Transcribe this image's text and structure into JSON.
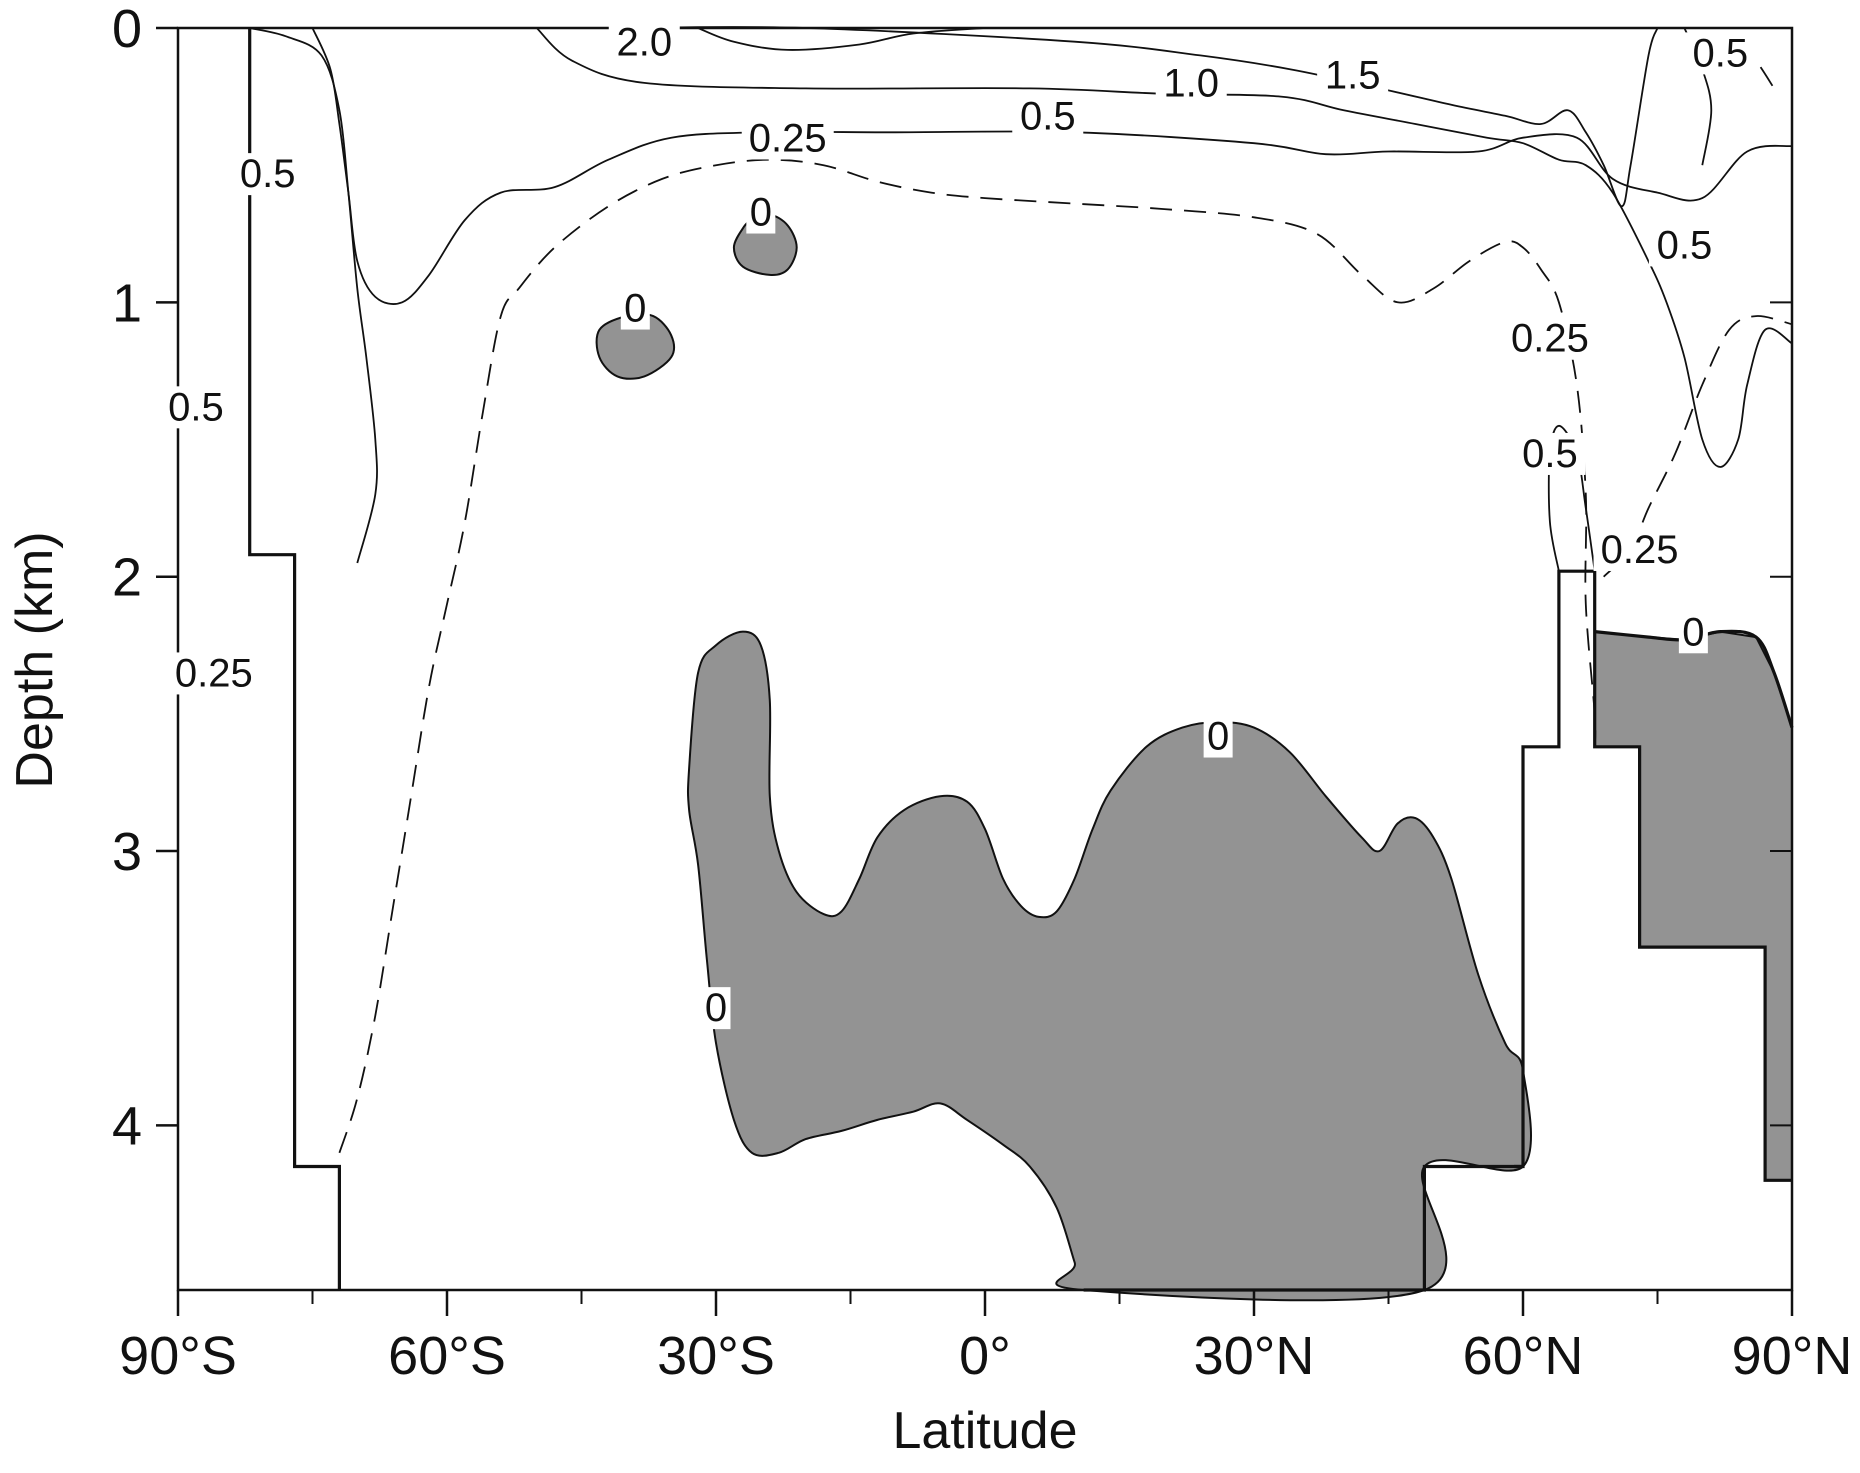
{
  "chart_data": {
    "type": "contour",
    "xlabel": "Latitude",
    "ylabel": "Depth (km)",
    "xlim": [
      -90,
      90
    ],
    "ylim": [
      0,
      4.6
    ],
    "y_inverted": true,
    "x_ticks": [
      {
        "value": -90,
        "label": "90°S"
      },
      {
        "value": -60,
        "label": "60°S"
      },
      {
        "value": -30,
        "label": "30°S"
      },
      {
        "value": 0,
        "label": "0°"
      },
      {
        "value": 30,
        "label": "30°N"
      },
      {
        "value": 60,
        "label": "60°N"
      },
      {
        "value": 90,
        "label": "90°N"
      }
    ],
    "x_minor_ticks": [
      -75,
      -45,
      -15,
      15,
      45,
      75
    ],
    "y_ticks": [
      {
        "value": 0,
        "label": "0"
      },
      {
        "value": 1,
        "label": "1"
      },
      {
        "value": 2,
        "label": "2"
      },
      {
        "value": 3,
        "label": "3"
      },
      {
        "value": 4,
        "label": "4"
      }
    ],
    "shaded_level": 0,
    "shade_color": "#939393",
    "contour_labels": [
      {
        "text": "2.0",
        "lat": -38,
        "depth": 0.1
      },
      {
        "text": "1.0",
        "lat": 23,
        "depth": 0.25
      },
      {
        "text": "1.5",
        "lat": 41,
        "depth": 0.22
      },
      {
        "text": "0.5",
        "lat": 82,
        "depth": 0.14
      },
      {
        "text": "0.5",
        "lat": 7,
        "depth": 0.37
      },
      {
        "text": "0.25",
        "lat": -22,
        "depth": 0.45
      },
      {
        "text": "0.5",
        "lat": -80,
        "depth": 0.58
      },
      {
        "text": "0.5",
        "lat": 78,
        "depth": 0.84
      },
      {
        "text": "0",
        "lat": -25,
        "depth": 0.72
      },
      {
        "text": "0",
        "lat": -39,
        "depth": 1.07
      },
      {
        "text": "0.25",
        "lat": 63,
        "depth": 1.18
      },
      {
        "text": "0.5",
        "lat": -88,
        "depth": 1.43
      },
      {
        "text": "0.5",
        "lat": 63,
        "depth": 1.6
      },
      {
        "text": "0.25",
        "lat": 73,
        "depth": 1.95
      },
      {
        "text": "0",
        "lat": 79,
        "depth": 2.25
      },
      {
        "text": "0.25",
        "lat": -86,
        "depth": 2.4
      },
      {
        "text": "0",
        "lat": 26,
        "depth": 2.63
      },
      {
        "text": "0",
        "lat": -30,
        "depth": 3.62
      }
    ],
    "contours": [
      {
        "level": 0.5,
        "style": "solid",
        "points": [
          [
            -82,
            0
          ],
          [
            -78,
            0.03
          ],
          [
            -74,
            0.1
          ],
          [
            -72,
            0.3
          ],
          [
            -71,
            0.6
          ],
          [
            -70,
            0.95
          ],
          [
            -69,
            1.2
          ],
          [
            -68,
            1.5
          ],
          [
            -68,
            1.7
          ],
          [
            -70,
            1.95
          ]
        ]
      },
      {
        "level": 0.5,
        "style": "solid",
        "points": [
          [
            -75,
            0
          ],
          [
            -73,
            0.15
          ],
          [
            -72,
            0.35
          ],
          [
            -71,
            0.6
          ],
          [
            -70,
            0.85
          ],
          [
            -68,
            0.98
          ],
          [
            -65,
            1.0
          ],
          [
            -62,
            0.9
          ],
          [
            -58,
            0.7
          ],
          [
            -54,
            0.6
          ],
          [
            -48,
            0.58
          ],
          [
            -42,
            0.48
          ],
          [
            -35,
            0.4
          ],
          [
            -25,
            0.38
          ],
          [
            -10,
            0.38
          ],
          [
            10,
            0.38
          ],
          [
            30,
            0.42
          ],
          [
            38,
            0.46
          ],
          [
            45,
            0.45
          ],
          [
            55,
            0.45
          ],
          [
            60,
            0.4
          ],
          [
            66,
            0.4
          ],
          [
            70,
            0.55
          ],
          [
            75,
            0.6
          ],
          [
            80,
            0.62
          ],
          [
            85,
            0.45
          ],
          [
            90,
            0.43
          ]
        ]
      },
      {
        "level": 1.0,
        "style": "solid",
        "points": [
          [
            -50,
            0
          ],
          [
            -46,
            0.12
          ],
          [
            -38,
            0.2
          ],
          [
            -20,
            0.22
          ],
          [
            5,
            0.22
          ],
          [
            20,
            0.24
          ],
          [
            33,
            0.25
          ],
          [
            40,
            0.3
          ],
          [
            48,
            0.35
          ],
          [
            56,
            0.4
          ],
          [
            60,
            0.42
          ],
          [
            64,
            0.48
          ],
          [
            67,
            0.5
          ],
          [
            70,
            0.6
          ],
          [
            74,
            0.85
          ],
          [
            76,
            1.0
          ],
          [
            78,
            1.2
          ],
          [
            80,
            1.5
          ],
          [
            82,
            1.6
          ],
          [
            84,
            1.5
          ],
          [
            85,
            1.3
          ],
          [
            87,
            1.1
          ],
          [
            90,
            1.15
          ]
        ]
      },
      {
        "level": 1.5,
        "style": "solid",
        "points": [
          [
            -40,
            0
          ],
          [
            -20,
            0.0
          ],
          [
            10,
            0.05
          ],
          [
            24,
            0.1
          ],
          [
            34,
            0.15
          ],
          [
            44,
            0.22
          ],
          [
            52,
            0.28
          ],
          [
            58,
            0.32
          ],
          [
            62,
            0.35
          ],
          [
            65,
            0.3
          ],
          [
            67,
            0.38
          ],
          [
            69,
            0.5
          ],
          [
            71,
            0.65
          ],
          [
            72,
            0.5
          ],
          [
            74,
            0.1
          ],
          [
            75,
            0
          ]
        ]
      },
      {
        "level": 2.0,
        "style": "solid",
        "points": [
          [
            -32,
            0
          ],
          [
            -28,
            0.05
          ],
          [
            -22,
            0.08
          ],
          [
            -14,
            0.06
          ],
          [
            -8,
            0.02
          ],
          [
            0,
            0
          ]
        ]
      },
      {
        "level": 0.5,
        "style": "solid",
        "points": [
          [
            78,
            0
          ],
          [
            80,
            0.15
          ],
          [
            81,
            0.3
          ],
          [
            80,
            0.5
          ]
        ]
      },
      {
        "level": 0.5,
        "style": "solid",
        "points": [
          [
            64,
            1.98
          ],
          [
            63,
            1.8
          ],
          [
            63,
            1.55
          ],
          [
            64,
            1.45
          ],
          [
            66,
            1.55
          ],
          [
            67,
            1.75
          ],
          [
            68,
            1.98
          ]
        ]
      },
      {
        "level": 0.25,
        "style": "dashed",
        "points": [
          [
            -72,
            4.1
          ],
          [
            -70,
            3.9
          ],
          [
            -68,
            3.6
          ],
          [
            -66,
            3.2
          ],
          [
            -64,
            2.8
          ],
          [
            -62,
            2.4
          ],
          [
            -60,
            2.1
          ],
          [
            -58,
            1.8
          ],
          [
            -56,
            1.4
          ],
          [
            -54,
            1.05
          ],
          [
            -52,
            0.95
          ],
          [
            -48,
            0.8
          ],
          [
            -42,
            0.65
          ],
          [
            -36,
            0.55
          ],
          [
            -30,
            0.5
          ],
          [
            -24,
            0.48
          ],
          [
            -18,
            0.5
          ],
          [
            -12,
            0.56
          ],
          [
            -6,
            0.6
          ],
          [
            0,
            0.62
          ],
          [
            10,
            0.64
          ],
          [
            20,
            0.66
          ],
          [
            30,
            0.69
          ],
          [
            37,
            0.75
          ],
          [
            42,
            0.9
          ],
          [
            46,
            1.0
          ],
          [
            50,
            0.95
          ],
          [
            54,
            0.85
          ],
          [
            58,
            0.78
          ],
          [
            60,
            0.8
          ],
          [
            62,
            0.88
          ],
          [
            64,
            1.0
          ],
          [
            66,
            1.3
          ],
          [
            67,
            1.7
          ],
          [
            67,
            2.1
          ],
          [
            68,
            2.5
          ],
          [
            68,
            2.62
          ]
        ]
      },
      {
        "level": 0.25,
        "style": "dashed",
        "points": [
          [
            69,
            2.0
          ],
          [
            72,
            1.9
          ],
          [
            74,
            1.75
          ],
          [
            77,
            1.55
          ],
          [
            80,
            1.3
          ],
          [
            83,
            1.1
          ],
          [
            86,
            1.05
          ],
          [
            90,
            1.08
          ]
        ]
      },
      {
        "level": 0.25,
        "style": "dashed",
        "points": [
          [
            84,
            0.05
          ],
          [
            86,
            0.12
          ],
          [
            88,
            0.22
          ]
        ]
      }
    ],
    "shaded_regions": [
      {
        "name": "abyssal-zero",
        "points": [
          [
            -33,
            2.7
          ],
          [
            -32,
            2.35
          ],
          [
            -30,
            2.25
          ],
          [
            -27,
            2.2
          ],
          [
            -25,
            2.25
          ],
          [
            -24,
            2.45
          ],
          [
            -24,
            2.8
          ],
          [
            -23,
            3.0
          ],
          [
            -21,
            3.15
          ],
          [
            -18,
            3.23
          ],
          [
            -16,
            3.22
          ],
          [
            -14,
            3.1
          ],
          [
            -12,
            2.95
          ],
          [
            -9,
            2.85
          ],
          [
            -5,
            2.8
          ],
          [
            -2,
            2.82
          ],
          [
            0,
            2.92
          ],
          [
            2,
            3.1
          ],
          [
            4,
            3.2
          ],
          [
            6,
            3.24
          ],
          [
            8,
            3.22
          ],
          [
            10,
            3.1
          ],
          [
            12,
            2.92
          ],
          [
            14,
            2.78
          ],
          [
            18,
            2.62
          ],
          [
            22,
            2.55
          ],
          [
            26,
            2.53
          ],
          [
            30,
            2.55
          ],
          [
            34,
            2.64
          ],
          [
            38,
            2.8
          ],
          [
            42,
            2.95
          ],
          [
            44,
            3.0
          ],
          [
            46,
            2.9
          ],
          [
            48,
            2.88
          ],
          [
            50,
            2.95
          ],
          [
            52,
            3.1
          ],
          [
            55,
            3.45
          ],
          [
            58,
            3.7
          ],
          [
            60,
            3.8
          ],
          [
            60,
            4.15
          ],
          [
            49,
            4.15
          ],
          [
            49,
            4.6
          ],
          [
            11,
            4.6
          ],
          [
            10,
            4.5
          ],
          [
            8,
            4.3
          ],
          [
            5,
            4.15
          ],
          [
            2,
            4.07
          ],
          [
            -2,
            3.98
          ],
          [
            -5,
            3.92
          ],
          [
            -8,
            3.95
          ],
          [
            -12,
            3.98
          ],
          [
            -16,
            4.02
          ],
          [
            -20,
            4.05
          ],
          [
            -23,
            4.1
          ],
          [
            -26,
            4.1
          ],
          [
            -28,
            3.98
          ],
          [
            -30,
            3.7
          ],
          [
            -31,
            3.4
          ],
          [
            -32,
            3.05
          ],
          [
            -33,
            2.85
          ]
        ]
      },
      {
        "name": "arctic-zero",
        "points": [
          [
            68,
            2.2
          ],
          [
            74,
            2.22
          ],
          [
            78,
            2.23
          ],
          [
            82,
            2.2
          ],
          [
            86,
            2.22
          ],
          [
            88,
            2.35
          ],
          [
            90,
            2.55
          ],
          [
            90,
            4.2
          ],
          [
            87,
            4.2
          ],
          [
            87,
            3.35
          ],
          [
            73,
            3.35
          ],
          [
            73,
            2.62
          ],
          [
            68,
            2.62
          ]
        ]
      },
      {
        "name": "blob-upper",
        "points": [
          [
            -26,
            0.7
          ],
          [
            -24,
            0.68
          ],
          [
            -22,
            0.72
          ],
          [
            -21,
            0.8
          ],
          [
            -22,
            0.88
          ],
          [
            -24,
            0.9
          ],
          [
            -27,
            0.87
          ],
          [
            -28,
            0.8
          ],
          [
            -27,
            0.73
          ]
        ]
      },
      {
        "name": "blob-lower",
        "points": [
          [
            -40,
            1.05
          ],
          [
            -37,
            1.05
          ],
          [
            -35,
            1.12
          ],
          [
            -35,
            1.2
          ],
          [
            -38,
            1.27
          ],
          [
            -41,
            1.27
          ],
          [
            -43,
            1.2
          ],
          [
            -43,
            1.1
          ]
        ]
      }
    ],
    "topography": [
      {
        "name": "southern-boundary",
        "points": [
          [
            -82,
            0
          ],
          [
            -82,
            1.92
          ],
          [
            -77,
            1.92
          ],
          [
            -77,
            4.15
          ],
          [
            -72,
            4.15
          ],
          [
            -72,
            4.6
          ]
        ]
      },
      {
        "name": "northern-ridge",
        "points": [
          [
            59,
            4.15
          ],
          [
            60,
            4.15
          ],
          [
            60,
            2.62
          ],
          [
            64,
            2.62
          ],
          [
            64,
            1.98
          ],
          [
            68,
            1.98
          ],
          [
            68,
            2.62
          ],
          [
            73,
            2.62
          ],
          [
            73,
            3.35
          ],
          [
            87,
            3.35
          ],
          [
            87,
            4.2
          ],
          [
            90,
            4.2
          ]
        ]
      },
      {
        "name": "bottom-sill",
        "points": [
          [
            11,
            4.6
          ],
          [
            49,
            4.6
          ],
          [
            49,
            4.15
          ],
          [
            60,
            4.15
          ]
        ]
      },
      {
        "name": "arctic-shelf-top",
        "points": [
          [
            68,
            2.2
          ],
          [
            74,
            2.22
          ],
          [
            78,
            2.23
          ],
          [
            82,
            2.2
          ],
          [
            86,
            2.22
          ],
          [
            88,
            2.35
          ],
          [
            90,
            2.55
          ]
        ]
      }
    ]
  }
}
